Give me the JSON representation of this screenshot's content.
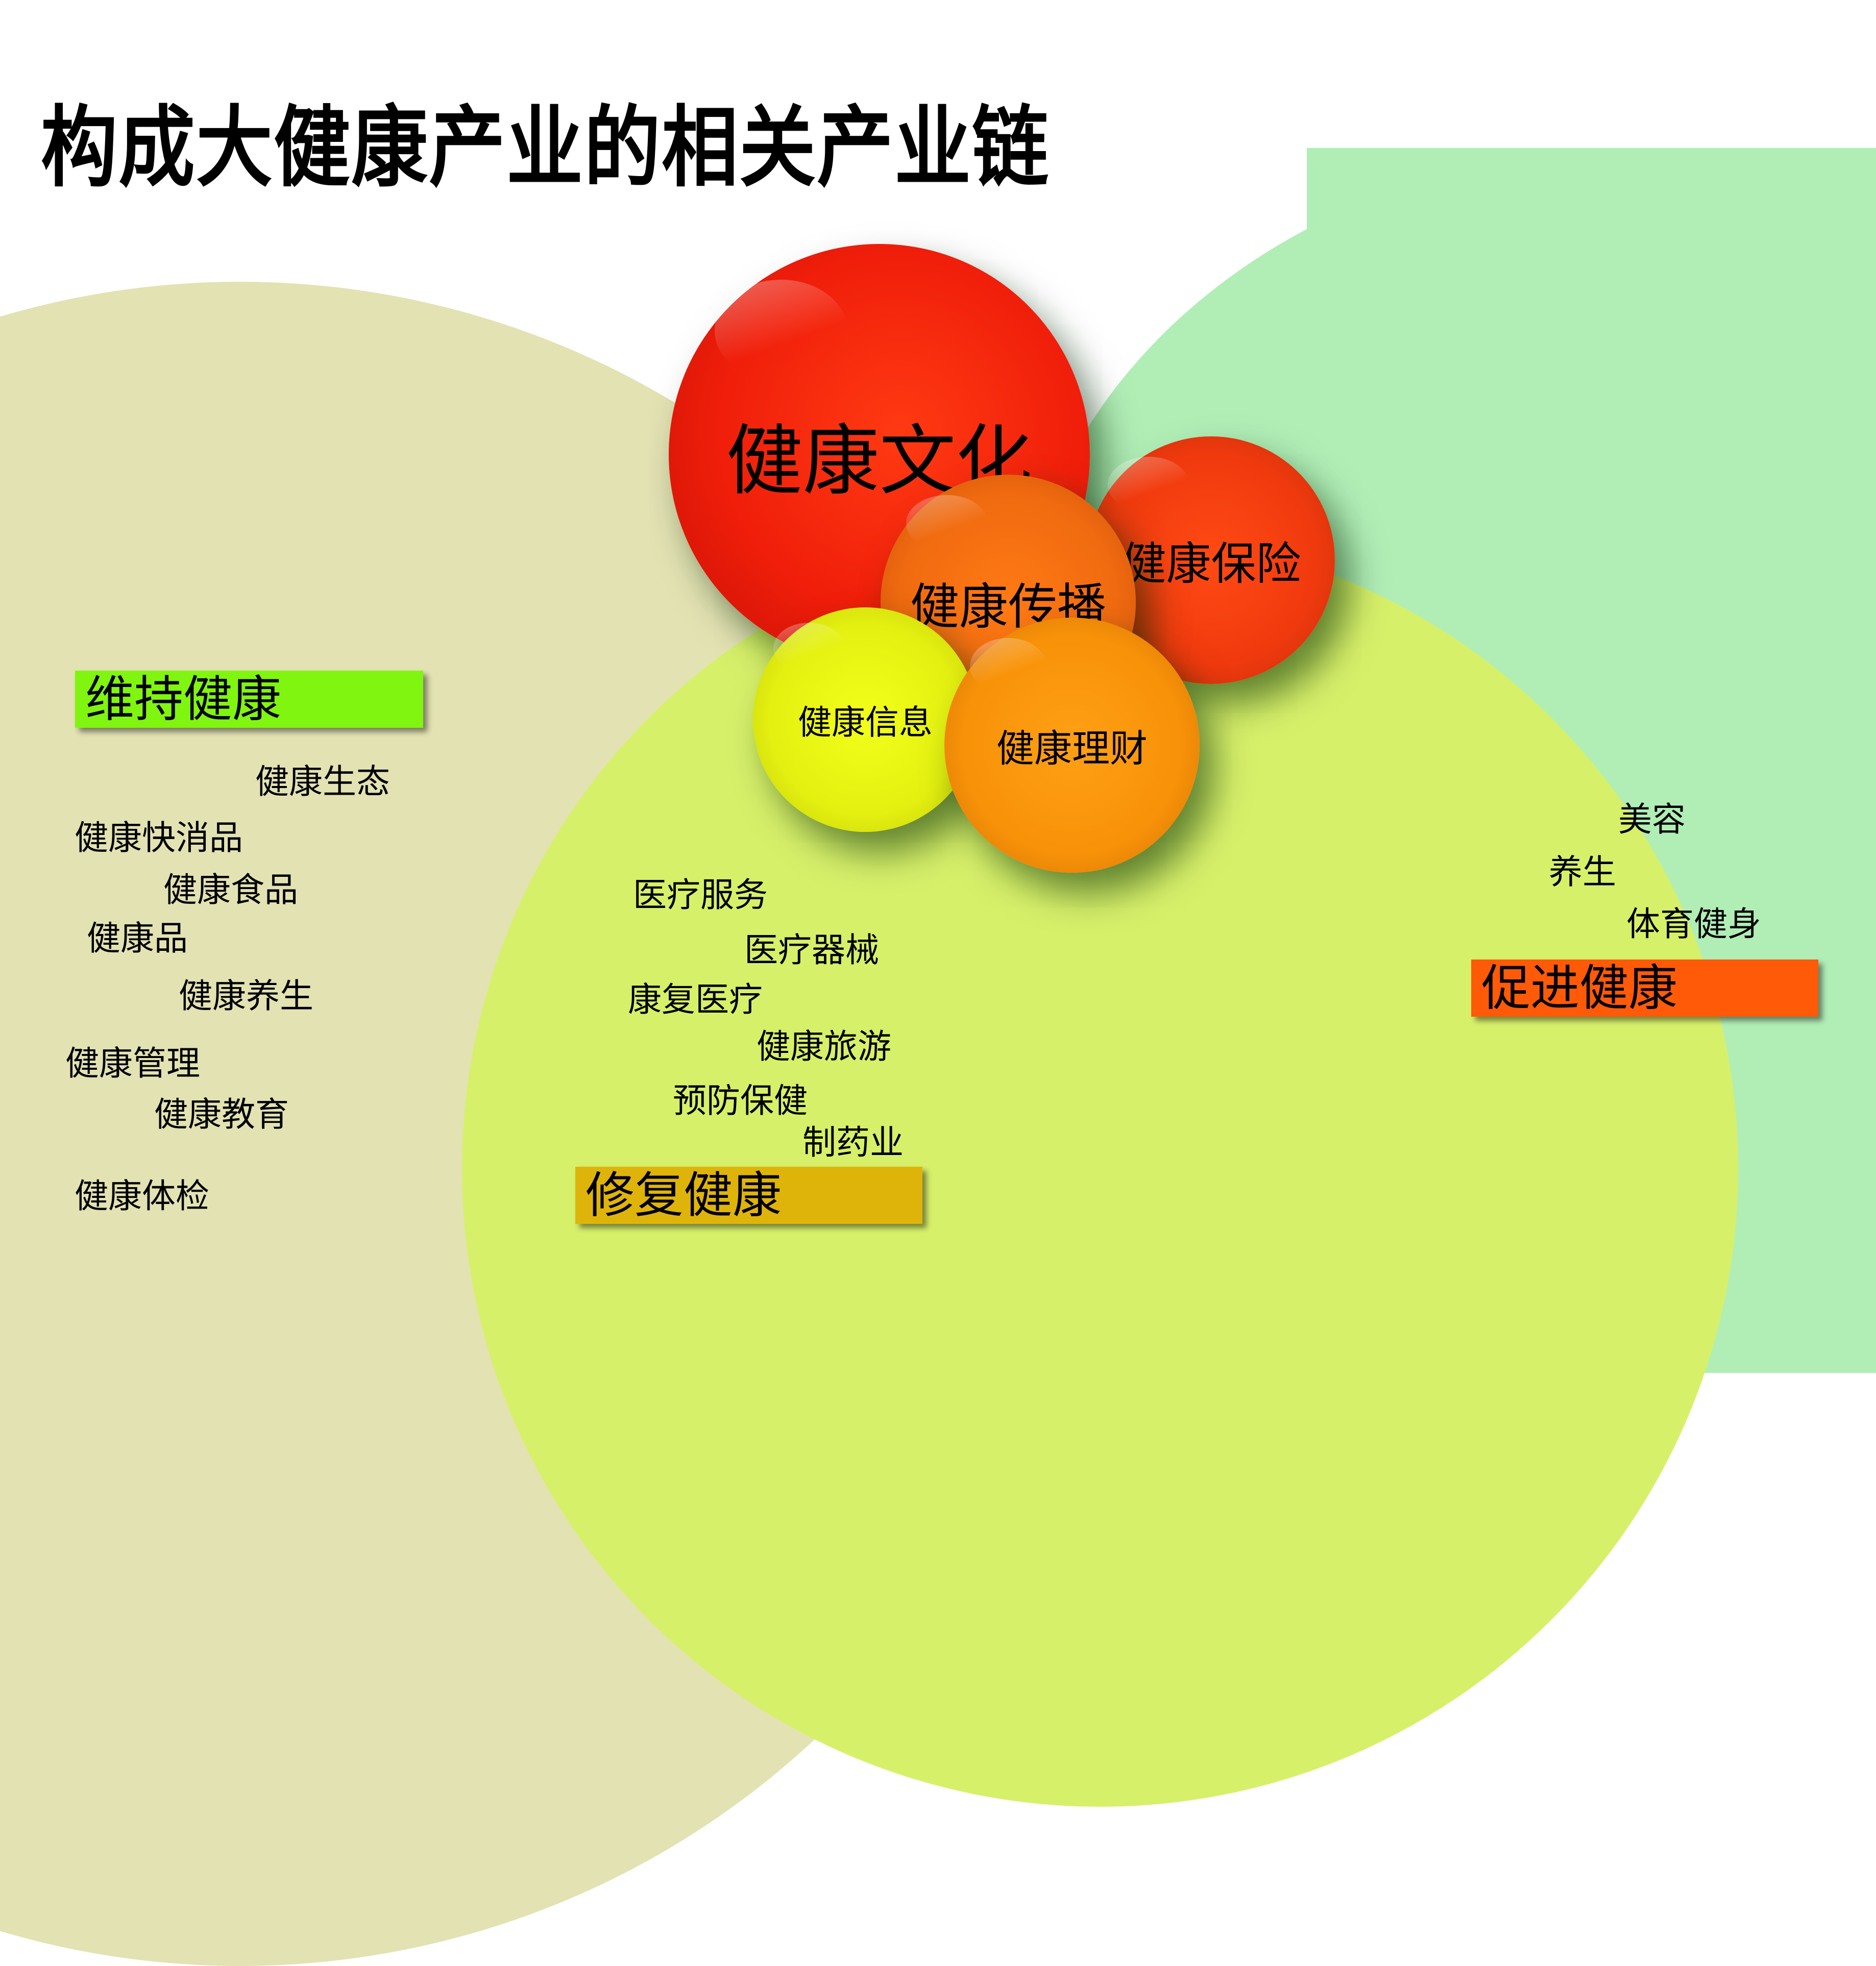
{
  "title": "构成大健康产业的相关产业链",
  "colors": {
    "maintain_region": "#e3e2b3",
    "repair_region": "#d7f06a",
    "promote_region": "#b1eeb6",
    "maintain_banner": "#80f510",
    "repair_banner": "#dfb40a",
    "promote_banner": "#fe5a08"
  },
  "center_balls": [
    {
      "label": "健康文化",
      "color": "#f01e0a"
    },
    {
      "label": "健康保险",
      "color": "#f03a0e"
    },
    {
      "label": "健康传播",
      "color": "#f06a10"
    },
    {
      "label": "健康信息",
      "color": "#e4f010"
    },
    {
      "label": "健康理财",
      "color": "#f89208"
    }
  ],
  "maintain": {
    "heading": "维持健康",
    "items": [
      "健康生态",
      "健康快消品",
      "健康食品",
      "健康品",
      "健康养生",
      "健康管理",
      "健康教育",
      "健康体检"
    ]
  },
  "repair": {
    "heading": "修复健康",
    "items": [
      "医疗服务",
      "医疗器械",
      "康复医疗",
      "健康旅游",
      "预防保健",
      "制药业"
    ]
  },
  "promote": {
    "heading": "促进健康",
    "items": [
      "美容",
      "养生",
      "体育健身"
    ]
  }
}
